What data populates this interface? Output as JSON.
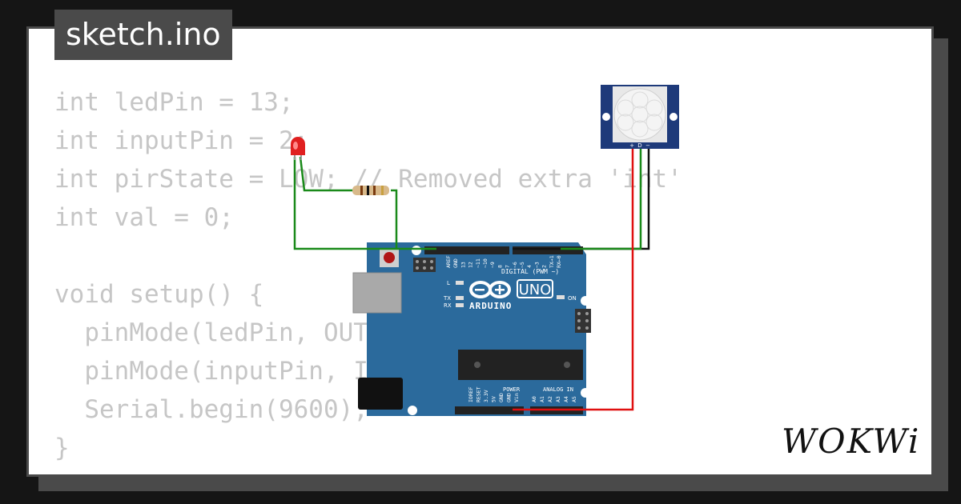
{
  "tab": {
    "filename": "sketch.ino"
  },
  "code": {
    "lines": [
      "int ledPin = 13;",
      "int inputPin = 2;",
      "int pirState = LOW; // Removed extra 'int'",
      "int val = 0;",
      "",
      "void setup() {",
      "  pinMode(ledPin, OUTPUT);",
      "  pinMode(inputPin, INPUT);",
      "  Serial.begin(9600);",
      "}"
    ]
  },
  "board": {
    "brand": "ARDUINO",
    "model": "UNO",
    "header_digital": "DIGITAL (PWM ~)",
    "header_power": "POWER",
    "header_analog": "ANALOG IN",
    "label_on": "ON",
    "label_l": "L",
    "label_tx": "TX",
    "label_rx": "RX",
    "digital_pins": [
      "AREF",
      "GND",
      "13",
      "12",
      "~11",
      "~10",
      "~9",
      "8",
      "7",
      "~6",
      "~5",
      "4",
      "~3",
      "2",
      "TX→1",
      "RX←0"
    ],
    "power_pins": [
      "IOREF",
      "RESET",
      "3.3V",
      "5V",
      "GND",
      "GND",
      "Vin"
    ],
    "analog_pins": [
      "A0",
      "A1",
      "A2",
      "A3",
      "A4",
      "A5"
    ]
  },
  "pir": {
    "pin_plus": "+",
    "pin_d": "D",
    "pin_minus": "−"
  },
  "colors": {
    "board": "#2b6a9c",
    "wire_green": "#1a8a1a",
    "wire_red": "#e01010",
    "wire_black": "#111111",
    "led": "#e02020",
    "pir_blue": "#1e3a7a"
  },
  "logo": {
    "text": "WOKWi"
  }
}
